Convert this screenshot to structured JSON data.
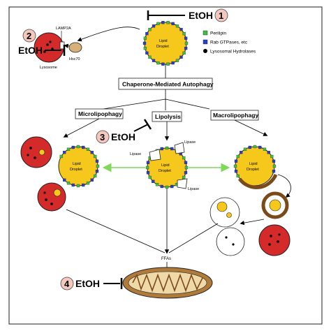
{
  "inhibitor_label": "EtOH",
  "steps": [
    "1",
    "2",
    "3",
    "4"
  ],
  "boxes": {
    "cma": "Chaperone-Mediated Autophagy",
    "microlipophagy": "Microlipophagy",
    "lipolysis": "Lipolysis",
    "macrolipophagy": "Macrolipophagy"
  },
  "labels": {
    "lamp2a": "LAMP2A",
    "lysosome": "Lysosome",
    "hsc70": "Hsc70",
    "lipid_droplet_line1": "Lipid",
    "lipid_droplet_line2": "Droplet",
    "lipase": "Lipase",
    "ffas": "FFAs"
  },
  "legend": [
    {
      "label": "Perilipin",
      "color": "#3fbf3f",
      "shape": "square"
    },
    {
      "label": "Rab GTPases, etc",
      "color": "#2a3cc8",
      "shape": "square"
    },
    {
      "label": "Lysosomal Hydrolases",
      "color": "#000000",
      "shape": "circle"
    }
  ],
  "colors": {
    "lipid": "#f7c81c",
    "perilipin": "#3fbf3f",
    "rab": "#2a3cc8",
    "lysosome": "#d42a2a",
    "mito_fill": "#b07a3a",
    "mito_inner": "#f0d9a8",
    "hsc70": "#d8b07a",
    "green_arrow": "#7ed957",
    "autophagosome_ring": "#7a4a1a"
  }
}
